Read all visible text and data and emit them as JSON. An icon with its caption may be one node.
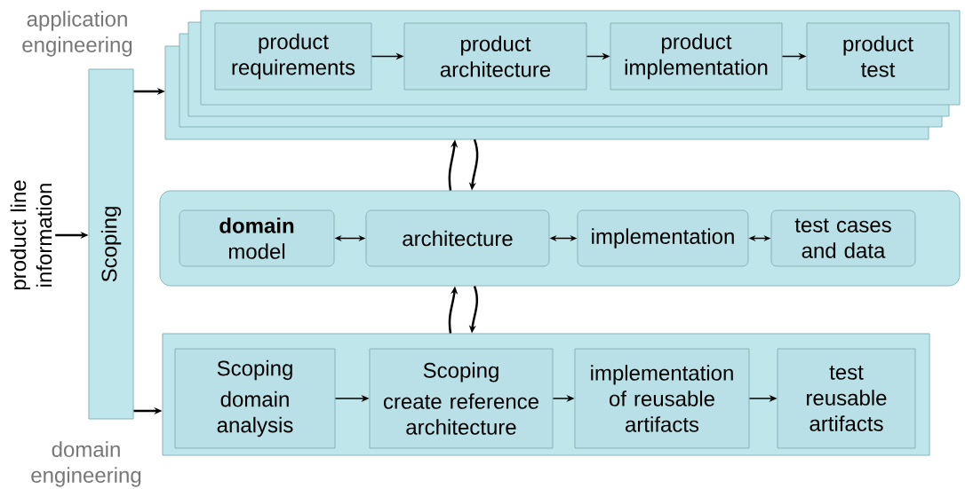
{
  "diagram": {
    "nodes": [
      {
        "text": [
          "product line information"
        ]
      },
      {
        "text": [
          "Scoping"
        ]
      },
      {
        "text": [],
        "shape": "box"
      },
      {
        "text": [
          "product requirements"
        ],
        "in": 2
      },
      {
        "text": [
          "product architecture"
        ],
        "in": 2
      },
      {
        "text": [
          "product implementation"
        ],
        "in": 2
      },
      {
        "text": [
          "product test"
        ],
        "in": 2
      },
      {
        "text": [],
        "shape": "box"
      },
      {
        "text": [
          "**domain** model"
        ],
        "in": 7
      },
      {
        "text": [
          "architecture"
        ],
        "in": 7
      },
      {
        "text": [
          "implementation"
        ],
        "in": 7
      },
      {
        "text": [
          "test cases and data"
        ],
        "in": 7
      },
      {
        "text": [],
        "shape": "box"
      },
      {
        "text": [
          "Scoping",
          "domain analysis"
        ],
        "in": 12
      },
      {
        "text": [
          "Scoping",
          "create reference architecture"
        ],
        "in": 12
      },
      {
        "text": [
          "implementation of reusable artifacts"
        ],
        "in": 12
      },
      {
        "text": [
          "test reusable artifacts"
        ],
        "in": 12
      }
    ],
    "edges": [
      {
        "from": 0,
        "to": 1,
        "arrow": "to"
      },
      {
        "from": 1,
        "to": 2,
        "arrow": "to"
      },
      {
        "from": 1,
        "to": 12,
        "arrow": "to"
      },
      {
        "from": 3,
        "to": 4,
        "arrow": "to"
      },
      {
        "from": 4,
        "to": 5,
        "arrow": "to"
      },
      {
        "from": 5,
        "to": 6,
        "arrow": "to"
      },
      {
        "from": 7,
        "to": 2,
        "arrow": "to"
      },
      {
        "from": 2,
        "to": 7,
        "arrow": "to"
      },
      {
        "from": 8,
        "to": 9,
        "arrow": "both"
      },
      {
        "from": 9,
        "to": 10,
        "arrow": "both"
      },
      {
        "from": 10,
        "to": 11,
        "arrow": "both"
      },
      {
        "from": 12,
        "to": 7,
        "arrow": "to"
      },
      {
        "from": 7,
        "to": 12,
        "arrow": "to"
      },
      {
        "from": 13,
        "to": 14,
        "arrow": "to"
      },
      {
        "from": 14,
        "to": 15,
        "arrow": "to"
      },
      {
        "from": 15,
        "to": 16,
        "arrow": "to"
      }
    ],
    "labels": [
      "application engineering",
      "domain engineering"
    ]
  }
}
